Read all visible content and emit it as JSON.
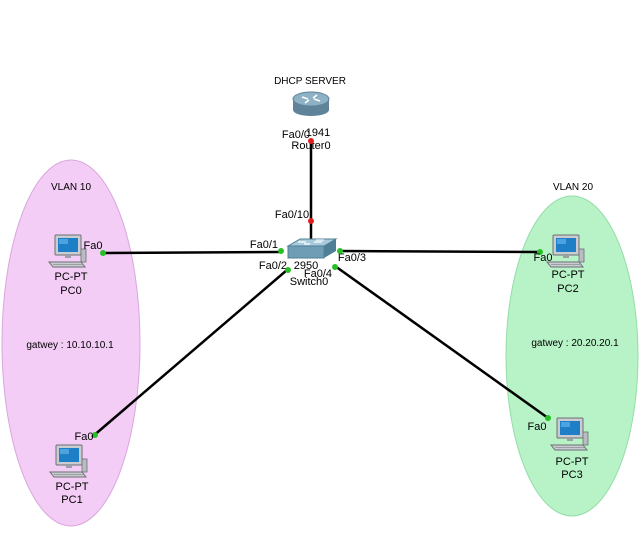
{
  "colors": {
    "vlan10_fill": "#f4cdf6",
    "vlan10_stroke": "#d9a6dc",
    "vlan20_fill": "#b8f3c8",
    "vlan20_stroke": "#94dca8",
    "link": "#000000",
    "port_up": "#25c025",
    "port_down": "#e02020",
    "router_body": "#7fa3b6",
    "switch_body": "#6f9db5",
    "pc_frame": "#c9ccd0",
    "pc_screen": "#1e7fc7"
  },
  "router": {
    "title": "DHCP SERVER",
    "model": "1941",
    "name": "Router0",
    "port": "Fa0/0",
    "icon": "router-icon"
  },
  "switch": {
    "model": "2950",
    "name": "Switch0",
    "ports": {
      "uplink": "Fa0/10",
      "pc0": "Fa0/1",
      "pc1": "Fa0/2",
      "pc2": "Fa0/3",
      "pc3": "Fa0/4"
    },
    "icon": "switch-icon"
  },
  "vlans": [
    {
      "name": "VLAN 10",
      "gateway": "gatwey : 10.10.10.1"
    },
    {
      "name": "VLAN 20",
      "gateway": "gatwey : 20.20.20.1"
    }
  ],
  "pcs": [
    {
      "type": "PC-PT",
      "name": "PC0",
      "port": "Fa0"
    },
    {
      "type": "PC-PT",
      "name": "PC1",
      "port": "Fa0"
    },
    {
      "type": "PC-PT",
      "name": "PC2",
      "port": "Fa0"
    },
    {
      "type": "PC-PT",
      "name": "PC3",
      "port": "Fa0"
    }
  ]
}
